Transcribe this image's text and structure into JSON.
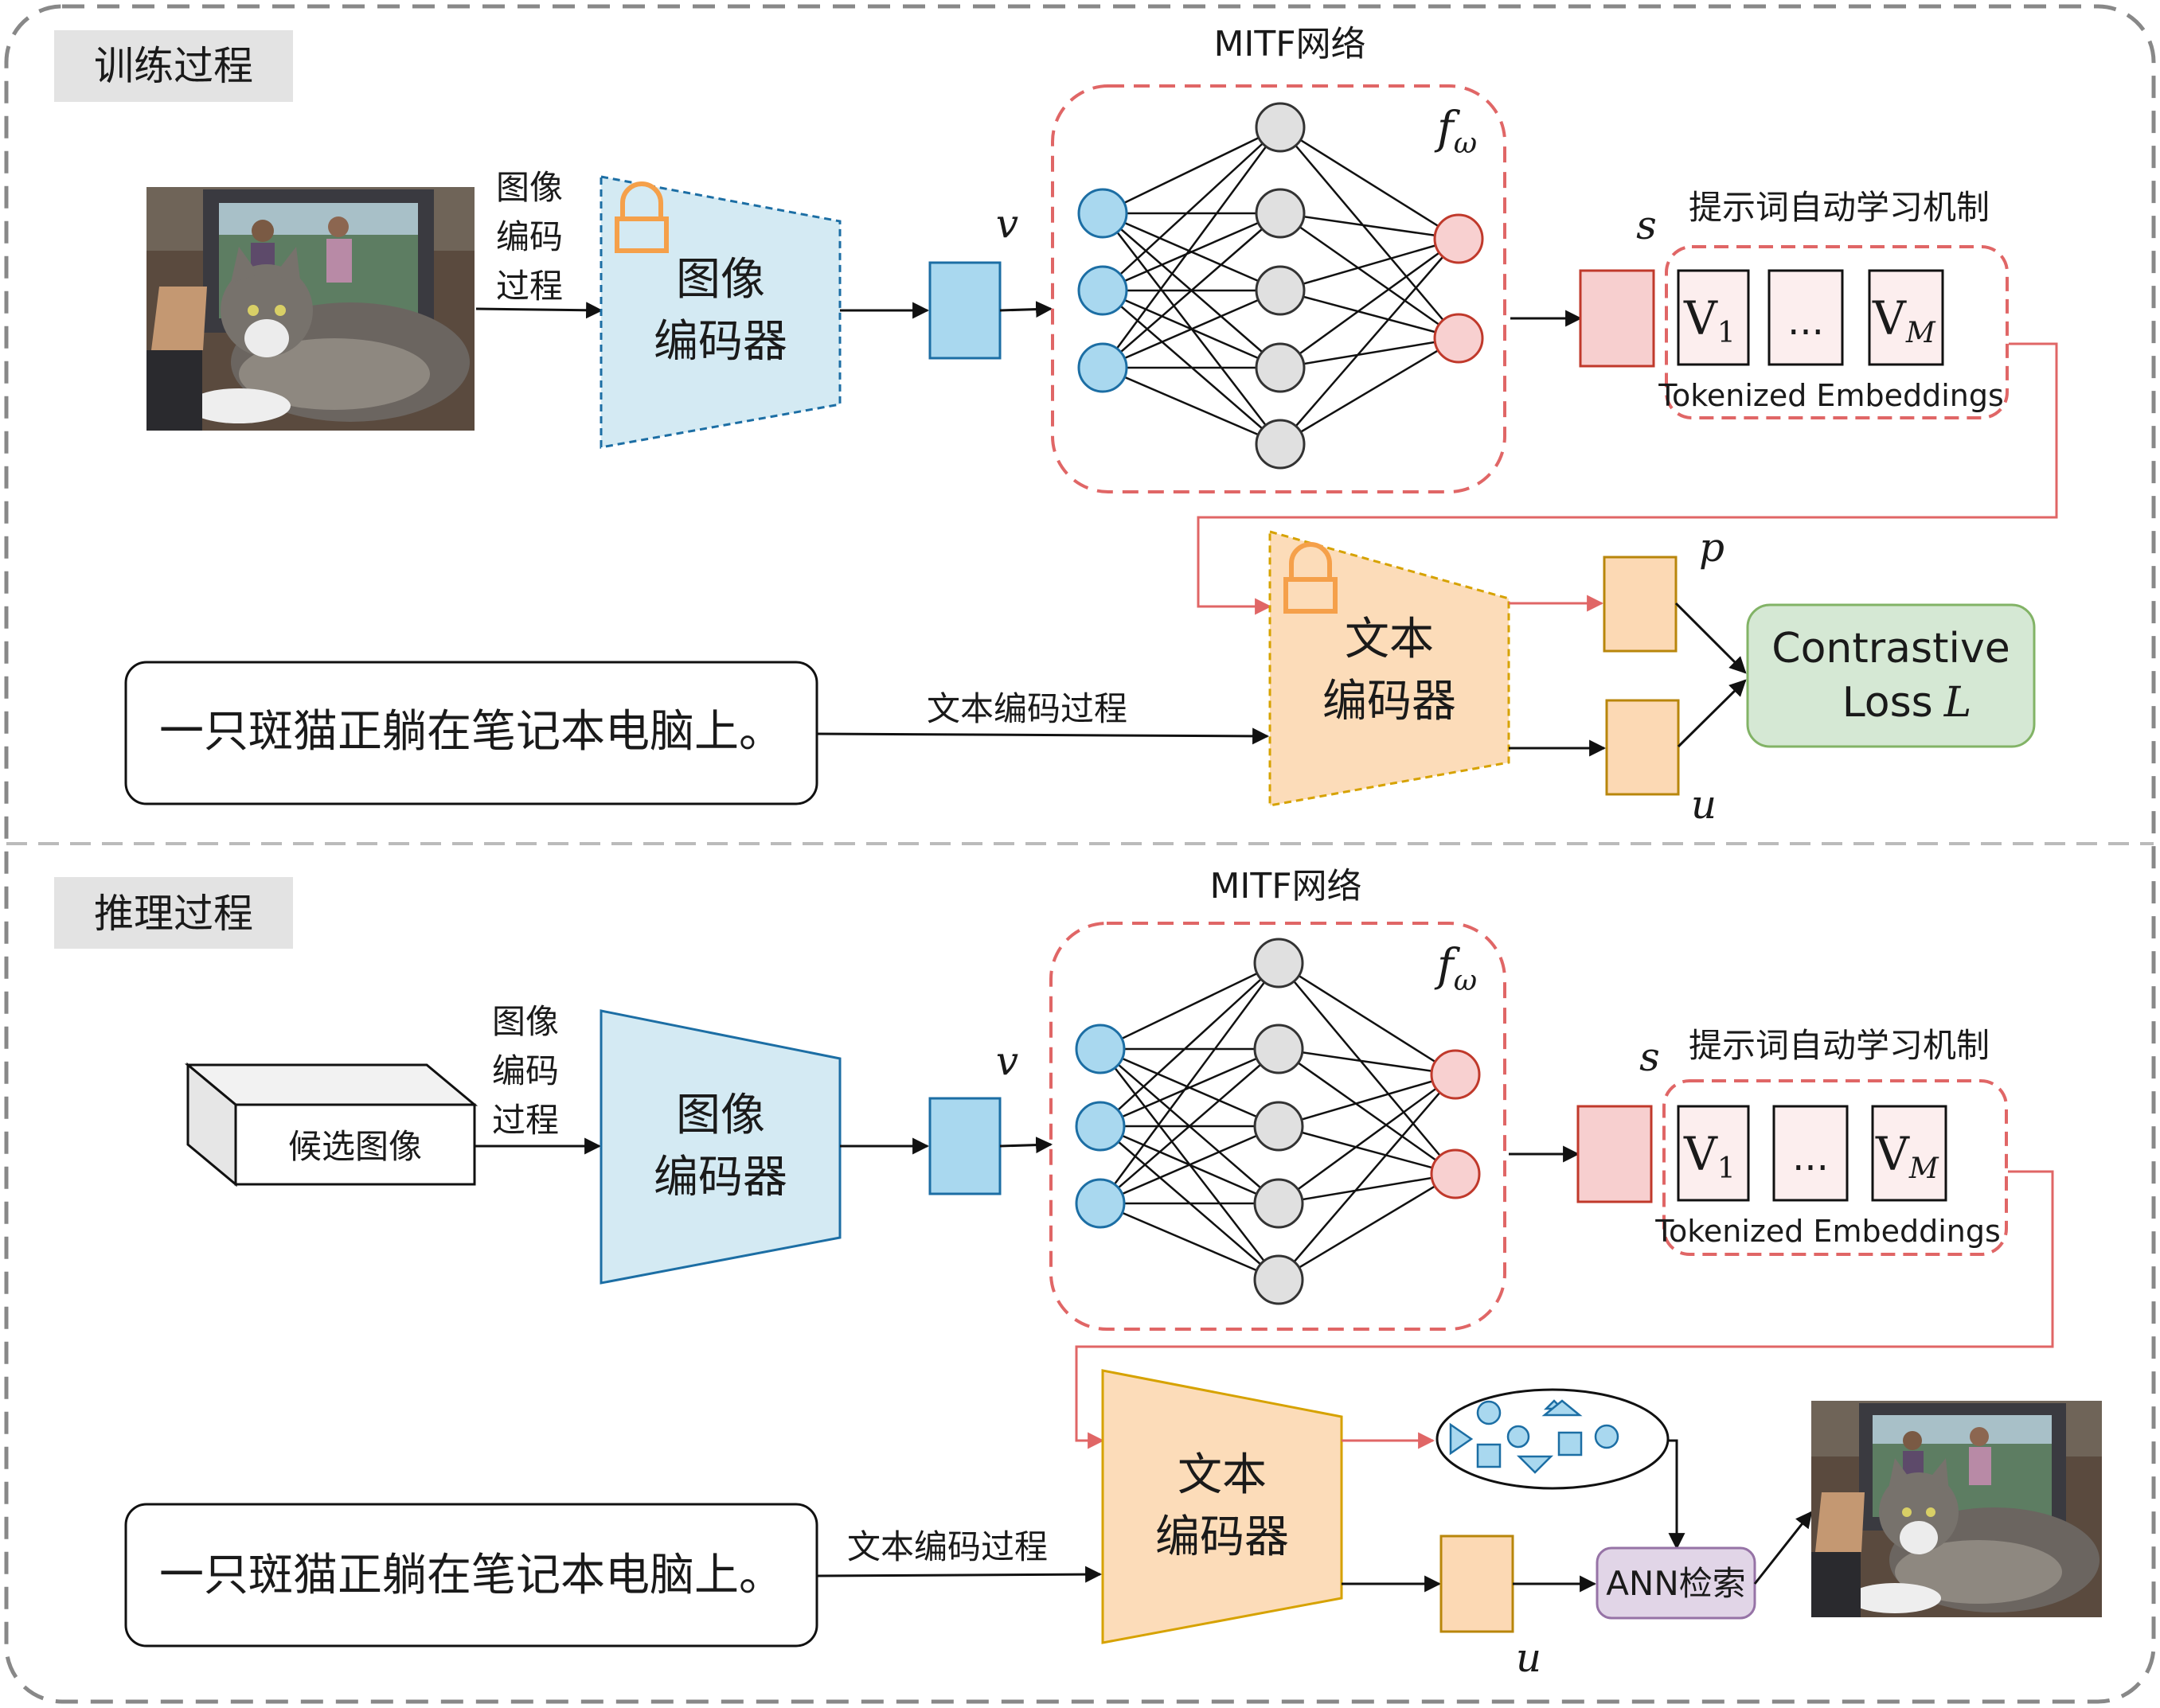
{
  "colors": {
    "border": "#888888",
    "section_label_bg": "#e3e3e3",
    "image_encoder_fill": "#d4eaf3",
    "image_encoder_stroke": "#1c6ea4",
    "text_encoder_fill": "#fcdcb9",
    "text_encoder_stroke": "#d6a200",
    "node_blue": "#a9d8ef",
    "node_gray": "#e0e0e0",
    "node_red": "#f8d0d0",
    "s_box": "#f7cfcf",
    "v_box": "#a9d8ef",
    "pu_box": "#fcd9b4",
    "loss_fill": "#d5e8d4",
    "loss_stroke": "#82b366",
    "ann_fill": "#e1d5e7",
    "ann_stroke": "#9673a6",
    "red_line": "#e06666",
    "lock": "#f5a04a"
  },
  "training": {
    "section_label": "训练过程",
    "photo_icon": "cat-photo-icon",
    "image_arrow_label": [
      "图像",
      "编码",
      "过程"
    ],
    "image_encoder": [
      "图像",
      "编码器"
    ],
    "v_label": "v",
    "mitf_title": "MITF网络",
    "f_label": "f",
    "f_sub": "ω",
    "s_label": "s",
    "prompt_title": "提示词自动学习机制",
    "token_v1": "V",
    "token_v1_sub": "1",
    "token_dots": "...",
    "token_vm": "V",
    "token_vm_sub": "M",
    "tokenized_label": "Tokenized Embeddings",
    "text_encoder": [
      "文本",
      "编码器"
    ],
    "p_label": "p",
    "u_label": "u",
    "loss": [
      "Contrastive",
      "Loss"
    ],
    "loss_var": "L",
    "sentence": "一只斑猫正躺在笔记本电脑上。",
    "text_arrow_label": "文本编码过程",
    "lock_icon": "lock-icon"
  },
  "inference": {
    "section_label": "推理过程",
    "candidate_label": "候选图像",
    "image_arrow_label": [
      "图像",
      "编码",
      "过程"
    ],
    "image_encoder": [
      "图像",
      "编码器"
    ],
    "v_label": "v",
    "mitf_title": "MITF网络",
    "f_label": "f",
    "f_sub": "ω",
    "s_label": "s",
    "prompt_title": "提示词自动学习机制",
    "token_v1": "V",
    "token_v1_sub": "1",
    "token_dots": "...",
    "token_vm": "V",
    "token_vm_sub": "M",
    "tokenized_label": "Tokenized Embeddings",
    "text_encoder": [
      "文本",
      "编码器"
    ],
    "u_label": "u",
    "sentence": "一只斑猫正躺在笔记本电脑上。",
    "text_arrow_label": "文本编码过程",
    "ann_label": "ANN检索",
    "shapes_icon": "embedding-shapes-icon",
    "result_icon": "retrieved-cat-photo-icon"
  }
}
